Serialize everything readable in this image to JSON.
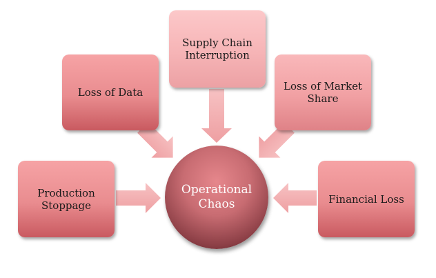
{
  "diagram": {
    "center": "Operational\nChaos",
    "causes": {
      "loss_of_data": "Loss of Data",
      "supply_chain": "Supply Chain\nInterruption",
      "loss_of_market_share": "Loss of Market\nShare",
      "production_stoppage": "Production\nStoppage",
      "financial_loss": "Financial Loss"
    }
  },
  "colors": {
    "box_dark": "#e98c8f",
    "box_light": "#f6b4b6",
    "arrow": "#f2aeb0",
    "center": "#8c3f46"
  }
}
